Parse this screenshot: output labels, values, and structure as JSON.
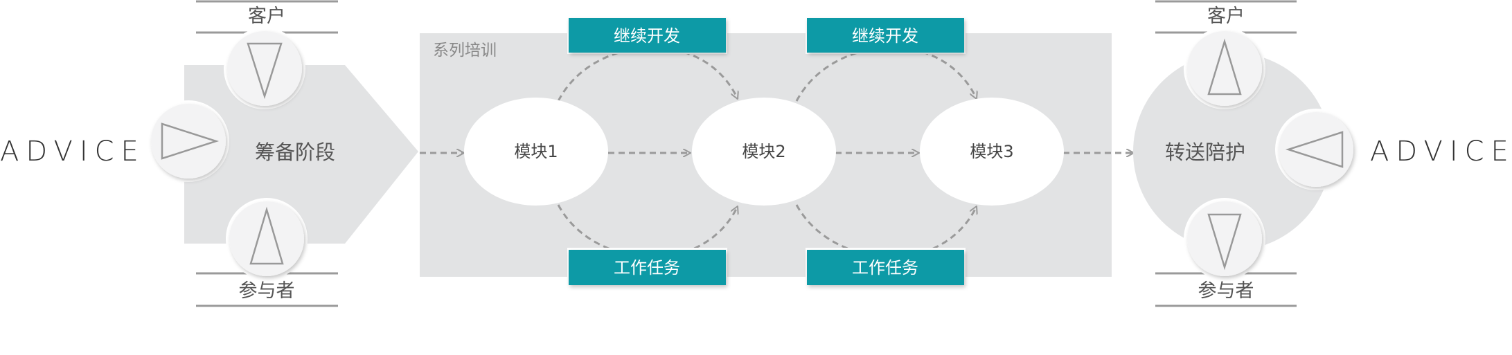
{
  "brand": {
    "left": "ADVICE",
    "right": "ADVICE"
  },
  "left_stage": {
    "label": "筹备阶段",
    "top_label": "客户",
    "bottom_label": "参与者"
  },
  "series": {
    "label": "系列培训",
    "modules": [
      "模块1",
      "模块2",
      "模块3"
    ],
    "top_boxes": [
      "继续开发",
      "继续开发"
    ],
    "bottom_boxes": [
      "工作任务",
      "工作任务"
    ]
  },
  "right_stage": {
    "label": "转送陪护",
    "top_label": "客户",
    "bottom_label": "参与者"
  },
  "colors": {
    "panel": "#e2e3e4",
    "teal": "#0d9aa6",
    "line": "#9a9a9a",
    "white": "#ffffff",
    "text": "#555555"
  }
}
